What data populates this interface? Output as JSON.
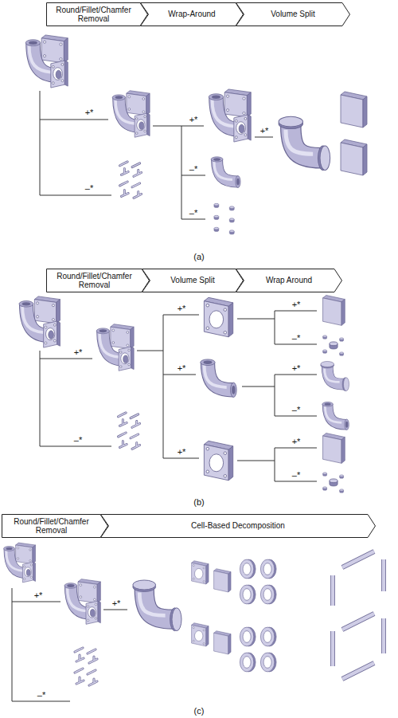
{
  "diagram": {
    "nodes": [
      {
        "text": [
          "Round/Fillet/Chamfer Removal"
        ]
      },
      {
        "text": [
          "Wrap-Around"
        ]
      },
      {
        "text": [
          "Volume Split"
        ]
      },
      {
        "text": [
          "Round/Fillet/Chamfer Removal"
        ]
      },
      {
        "text": [
          "Volume Split"
        ]
      },
      {
        "text": [
          "Wrap Around"
        ]
      },
      {
        "text": [
          "Round/Fillet/Chamfer Removal"
        ]
      },
      {
        "text": [
          "Cell-Based Decomposition"
        ]
      }
    ],
    "labels": [
      "+*",
      "–*",
      "+*",
      "–*",
      "–*",
      "+*",
      "(a)",
      "+*",
      "–*",
      "+*",
      "+*",
      "+*",
      "+*",
      "–*",
      "+*",
      "–*",
      "+*",
      "–*",
      "(b)",
      "+*",
      "–*",
      "+*",
      "(c)"
    ]
  }
}
